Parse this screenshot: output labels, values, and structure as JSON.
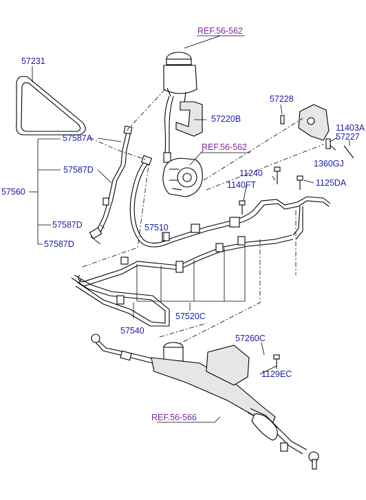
{
  "diagram": {
    "labels": {
      "ref_top": "REF.56-562",
      "ref_mid": "REF.56-562",
      "ref_bottom": "REF.56-566",
      "p57231": "57231",
      "p57220B": "57220B",
      "p57228": "57228",
      "p11403A": "11403A",
      "p57227": "57227",
      "p57587A": "57587A",
      "p57587D_1": "57587D",
      "p57560": "57560",
      "p11240": "11240",
      "p1360GJ": "1360GJ",
      "p1140FT": "1140FT",
      "p1125DA": "1125DA",
      "p57587D_2": "57587D",
      "p57587D_3": "57587D",
      "p57510": "57510",
      "p57540": "57540",
      "p57520C": "57520C",
      "p57260C": "57260C",
      "p1129EC": "1129EC"
    }
  }
}
